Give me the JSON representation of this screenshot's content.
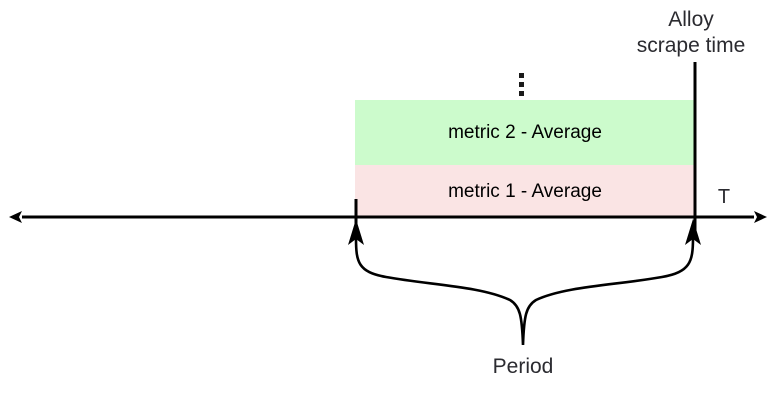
{
  "diagram": {
    "title_label": {
      "line1": "Alloy",
      "line2": "scrape time"
    },
    "axis": {
      "name": "T",
      "direction": "bidirectional"
    },
    "bands": [
      {
        "label": "metric 2 - Average",
        "color": "#ccfbcc",
        "order": 2
      },
      {
        "label": "metric 1 - Average",
        "color": "#fae4e4",
        "order": 1
      }
    ],
    "ellipsis": {
      "glyph": "vertical-ellipsis",
      "dots": 3
    },
    "brace": {
      "label": "Period"
    },
    "colors": {
      "line": "#000000",
      "text": "#2b2b30",
      "band_metric_2": "#ccfbcc",
      "band_metric_1": "#fae4e4",
      "background": "#ffffff"
    }
  }
}
